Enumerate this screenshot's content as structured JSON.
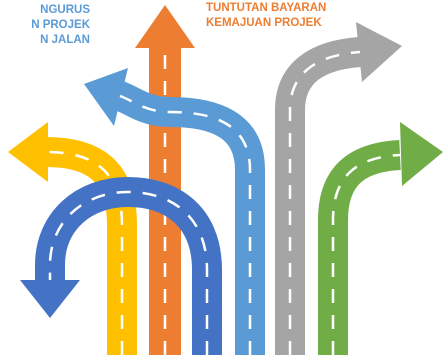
{
  "labels": {
    "left": {
      "lines": [
        "NGURUS",
        "N PROJEK",
        "N JALAN"
      ]
    },
    "right": {
      "lines": [
        "TUNTUTAN BAYARAN",
        "KEMAJUAN PROJEK"
      ]
    }
  },
  "arrows": [
    {
      "id": "yellow-arrow",
      "direction": "left-down",
      "color": "#FFC000"
    },
    {
      "id": "orange-arrow",
      "direction": "up",
      "color": "#ED7D31"
    },
    {
      "id": "light-blue-arrow",
      "direction": "up-left",
      "color": "#5B9BD5"
    },
    {
      "id": "gray-arrow",
      "direction": "up-right",
      "color": "#A5A5A5"
    },
    {
      "id": "green-arrow",
      "direction": "right",
      "color": "#70AD47"
    },
    {
      "id": "dark-blue-arrow",
      "direction": "u-turn-down-left",
      "color": "#4472C4"
    }
  ],
  "colors": {
    "lane_marking": "#FFFFFF",
    "label_left": "#5B9BD5",
    "label_right": "#ED7D31"
  }
}
